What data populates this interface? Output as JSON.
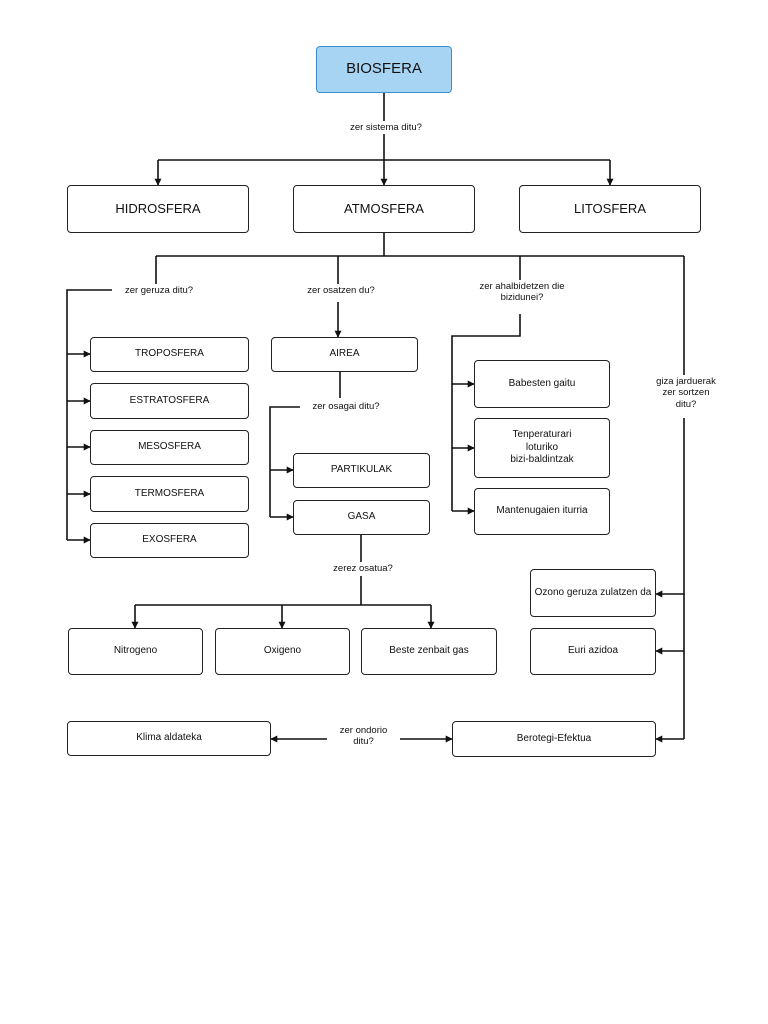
{
  "nodes": {
    "biosfera": "BIOSFERA",
    "hidrosfera": "HIDROSFERA",
    "atmosfera": "ATMOSFERA",
    "litosfera": "LITOSFERA",
    "troposfera": "TROPOSFERA",
    "estratosfera": "ESTRATOSFERA",
    "mesosfera": "MESOSFERA",
    "termosfera": "TERMOSFERA",
    "exosfera": "EXOSFERA",
    "airea": "AIREA",
    "partikulak": "PARTIKULAK",
    "gasa": "GASA",
    "nitrogeno": "Nitrogeno",
    "oxigeno": "Oxigeno",
    "beste_gas": "Beste zenbait gas",
    "babesten": "Babesten gaitu",
    "tenperatura": "Tenperaturari\nloturiko\nbizi-baldintzak",
    "mantenugaien": "Mantenugaien iturria",
    "ozono": "Ozono geruza zulatzen da",
    "euri": "Euri azidoa",
    "klima": "Klima aldateka",
    "berotegi": "Berotegi-Efektua"
  },
  "labels": {
    "sistema": "zer sistema ditu?",
    "geruza": "zer geruza ditu?",
    "osatzen": "zer osatzen du?",
    "ahalbidetzen": "zer ahalbidetzen die\nbizidunei?",
    "osagai": "zer osagai ditu?",
    "zerez": "zerez osatua?",
    "giza": "giza jarduerak\nzer sortzen\nditu?",
    "ondorio": "zer ondorio\nditu?"
  }
}
